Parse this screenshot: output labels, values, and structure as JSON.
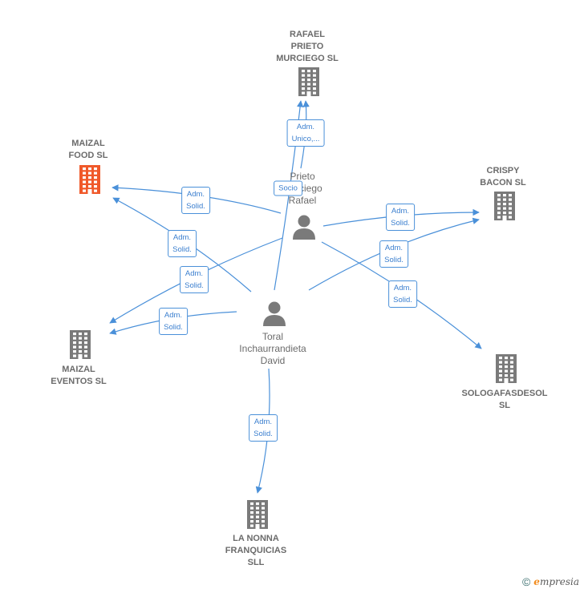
{
  "colors": {
    "edge": "#4a90d9",
    "company": "#7a7a7a",
    "company_highlight": "#f0592a",
    "person": "#7a7a7a"
  },
  "companies": [
    {
      "id": "rafael",
      "label": "RAFAEL\nPRIETO\nMURCIEGO  SL",
      "highlight": false
    },
    {
      "id": "maizal_food",
      "label": "MAIZAL\nFOOD  SL",
      "highlight": true
    },
    {
      "id": "crispy",
      "label": "CRISPY\nBACON  SL",
      "highlight": false
    },
    {
      "id": "maizal_eventos",
      "label": "MAIZAL\nEVENTOS  SL",
      "highlight": false
    },
    {
      "id": "sologafas",
      "label": "SOLOGAFASDESOL\nSL",
      "highlight": false
    },
    {
      "id": "lanonna",
      "label": "LA NONNA\nFRANQUICIAS\nSLL",
      "highlight": false
    }
  ],
  "people": [
    {
      "id": "prieto",
      "label": "Prieto\nMurciego\nRafael"
    },
    {
      "id": "toral",
      "label": "Toral\nInchaurrandieta\nDavid"
    }
  ],
  "edges": [
    {
      "id": "e1",
      "label": "Adm.\nUnico,..."
    },
    {
      "id": "e2",
      "label": "Socio"
    },
    {
      "id": "e3",
      "label": "Adm.\nSolid."
    },
    {
      "id": "e4",
      "label": "Adm.\nSolid."
    },
    {
      "id": "e5",
      "label": "Adm.\nSolid."
    },
    {
      "id": "e6",
      "label": "Adm.\nSolid."
    },
    {
      "id": "e7",
      "label": "Adm.\nSolid."
    },
    {
      "id": "e8",
      "label": "Adm.\nSolid."
    },
    {
      "id": "e9",
      "label": "Adm.\nSolid."
    },
    {
      "id": "e10",
      "label": "Adm.\nSolid."
    }
  ],
  "footer": {
    "copyright": "©",
    "brand_first": "e",
    "brand_rest": "mpresia"
  }
}
